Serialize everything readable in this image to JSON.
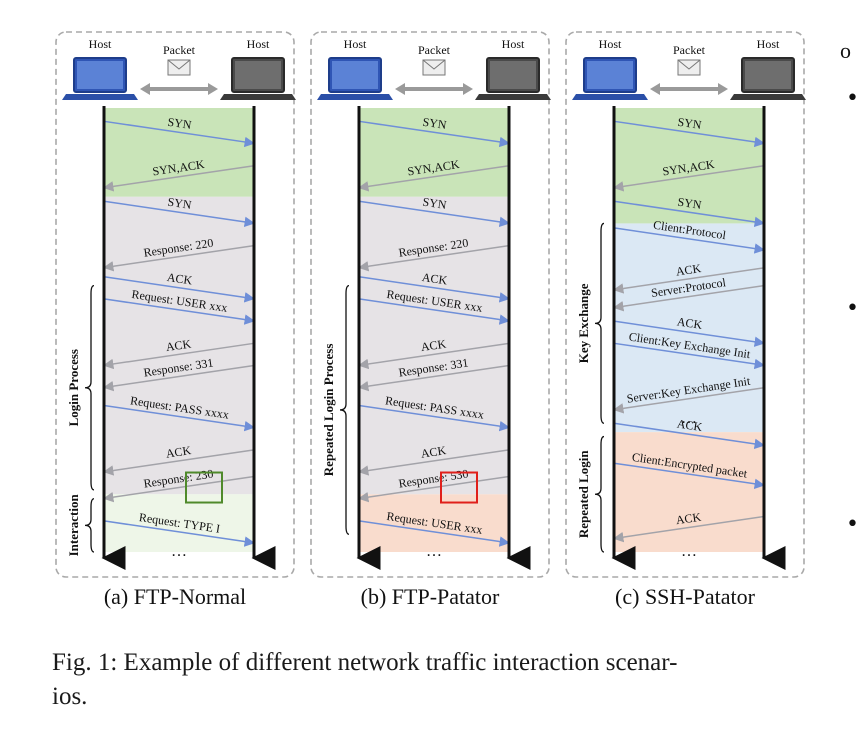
{
  "colors": {
    "syn_green": "#c9e4b8",
    "ssh_blue": "#dbe8f4",
    "response_gray": "#e6e3e6",
    "interaction_green": "#eef6e8",
    "salmon": "#f9dccd",
    "arrow_blue": "#6f8fd8",
    "arrow_gray": "#a3a3a9",
    "highlight_green": "#4f8a2b",
    "highlight_red": "#e0201b",
    "dashed_border": "#a9a9a9"
  },
  "panels": [
    {
      "id": "a",
      "caption": "(a) FTP-Normal",
      "host_left": "Host",
      "host_right": "Host",
      "packet_label": "Packet",
      "bands": [
        {
          "color": "syn_green",
          "from": 0,
          "to": 0.2
        },
        {
          "color": "response_gray",
          "from": 0.2,
          "to": 0.87
        },
        {
          "color": "interaction_green",
          "from": 0.87,
          "to": 1
        }
      ],
      "arrows": [
        {
          "label": "SYN",
          "dir": "right",
          "y": 0.03,
          "color": "arrow_blue"
        },
        {
          "label": "SYN,ACK",
          "dir": "left",
          "y": 0.13,
          "color": "arrow_gray"
        },
        {
          "label": "SYN",
          "dir": "right",
          "y": 0.21,
          "color": "arrow_blue"
        },
        {
          "label": "Response: 220",
          "dir": "left",
          "y": 0.31,
          "color": "arrow_gray"
        },
        {
          "label": "ACK",
          "dir": "right",
          "y": 0.38,
          "color": "arrow_blue"
        },
        {
          "label": "Request: USER xxx",
          "dir": "right",
          "y": 0.43,
          "color": "arrow_blue"
        },
        {
          "label": "ACK",
          "dir": "left",
          "y": 0.53,
          "color": "arrow_gray"
        },
        {
          "label": "Response: 331",
          "dir": "left",
          "y": 0.58,
          "color": "arrow_gray"
        },
        {
          "label": "Request: PASS xxxx",
          "dir": "right",
          "y": 0.67,
          "color": "arrow_blue"
        },
        {
          "label": "ACK",
          "dir": "left",
          "y": 0.77,
          "color": "arrow_gray"
        },
        {
          "label": "Response: 230",
          "dir": "left",
          "y": 0.83,
          "color": "arrow_gray"
        },
        {
          "label": "Request: TYPE I",
          "dir": "right",
          "y": 0.93,
          "color": "arrow_blue"
        }
      ],
      "braces": [
        {
          "label": "Login Process",
          "from": 0.4,
          "to": 0.86
        },
        {
          "label": "Interaction",
          "from": 0.88,
          "to": 1.0
        }
      ],
      "highlight": {
        "color": "highlight_green",
        "arrow": "Response: 230"
      },
      "ellipsis": "…"
    },
    {
      "id": "b",
      "caption": "(b) FTP-Patator",
      "host_left": "Host",
      "host_right": "Host",
      "packet_label": "Packet",
      "bands": [
        {
          "color": "syn_green",
          "from": 0,
          "to": 0.2
        },
        {
          "color": "response_gray",
          "from": 0.2,
          "to": 0.87
        },
        {
          "color": "salmon",
          "from": 0.87,
          "to": 1
        }
      ],
      "arrows": [
        {
          "label": "SYN",
          "dir": "right",
          "y": 0.03,
          "color": "arrow_blue"
        },
        {
          "label": "SYN,ACK",
          "dir": "left",
          "y": 0.13,
          "color": "arrow_gray"
        },
        {
          "label": "SYN",
          "dir": "right",
          "y": 0.21,
          "color": "arrow_blue"
        },
        {
          "label": "Response: 220",
          "dir": "left",
          "y": 0.31,
          "color": "arrow_gray"
        },
        {
          "label": "ACK",
          "dir": "right",
          "y": 0.38,
          "color": "arrow_blue"
        },
        {
          "label": "Request: USER xxx",
          "dir": "right",
          "y": 0.43,
          "color": "arrow_blue"
        },
        {
          "label": "ACK",
          "dir": "left",
          "y": 0.53,
          "color": "arrow_gray"
        },
        {
          "label": "Response: 331",
          "dir": "left",
          "y": 0.58,
          "color": "arrow_gray"
        },
        {
          "label": "Request: PASS xxxx",
          "dir": "right",
          "y": 0.67,
          "color": "arrow_blue"
        },
        {
          "label": "ACK",
          "dir": "left",
          "y": 0.77,
          "color": "arrow_gray"
        },
        {
          "label": "Response: 530",
          "dir": "left",
          "y": 0.83,
          "color": "arrow_gray"
        },
        {
          "label": "Request: USER xxx",
          "dir": "right",
          "y": 0.93,
          "color": "arrow_blue"
        }
      ],
      "braces": [
        {
          "label": "Repeated Login Process",
          "from": 0.4,
          "to": 0.96
        }
      ],
      "highlight": {
        "color": "highlight_red",
        "arrow": "Response: 530"
      },
      "ellipsis": "…"
    },
    {
      "id": "c",
      "caption": "(c) SSH-Patator",
      "host_left": "Host",
      "host_right": "Host",
      "packet_label": "Packet",
      "bands": [
        {
          "color": "syn_green",
          "from": 0,
          "to": 0.26
        },
        {
          "color": "ssh_blue",
          "from": 0.26,
          "to": 0.73
        },
        {
          "color": "salmon",
          "from": 0.73,
          "to": 1
        }
      ],
      "arrows": [
        {
          "label": "SYN",
          "dir": "right",
          "y": 0.03,
          "color": "arrow_blue"
        },
        {
          "label": "SYN,ACK",
          "dir": "left",
          "y": 0.13,
          "color": "arrow_gray"
        },
        {
          "label": "SYN",
          "dir": "right",
          "y": 0.21,
          "color": "arrow_blue"
        },
        {
          "label": "Client:Protocol",
          "dir": "right",
          "y": 0.27,
          "color": "arrow_blue"
        },
        {
          "label": "ACK",
          "dir": "left",
          "y": 0.36,
          "color": "arrow_gray"
        },
        {
          "label": "Server:Protocol",
          "dir": "left",
          "y": 0.4,
          "color": "arrow_gray"
        },
        {
          "label": "ACK",
          "dir": "right",
          "y": 0.48,
          "color": "arrow_blue"
        },
        {
          "label": "Client:Key Exchange Init",
          "dir": "right",
          "y": 0.53,
          "color": "arrow_blue"
        },
        {
          "label": "Server:Key Exchange Init",
          "dir": "left",
          "y": 0.63,
          "color": "arrow_gray"
        },
        {
          "label": "ACK",
          "dir": "right",
          "y": 0.71,
          "color": "arrow_blue"
        },
        {
          "label": "Client:Encrypted packet",
          "dir": "right",
          "y": 0.8,
          "color": "arrow_blue"
        },
        {
          "label": "ACK",
          "dir": "left",
          "y": 0.92,
          "color": "arrow_gray"
        }
      ],
      "braces": [
        {
          "label": "Key Exchange",
          "from": 0.26,
          "to": 0.71
        },
        {
          "label": "Repeated Login",
          "from": 0.74,
          "to": 1.0
        }
      ],
      "mid_ellipsis": "…",
      "ellipsis": "…"
    }
  ],
  "figure_caption": "Fig. 1: Example of different network traffic interaction scenarios.",
  "figure_caption_line1": "Fig. 1: Example of different network traffic interaction scenar-",
  "figure_caption_line2": "ios.",
  "side_fragment": "o"
}
